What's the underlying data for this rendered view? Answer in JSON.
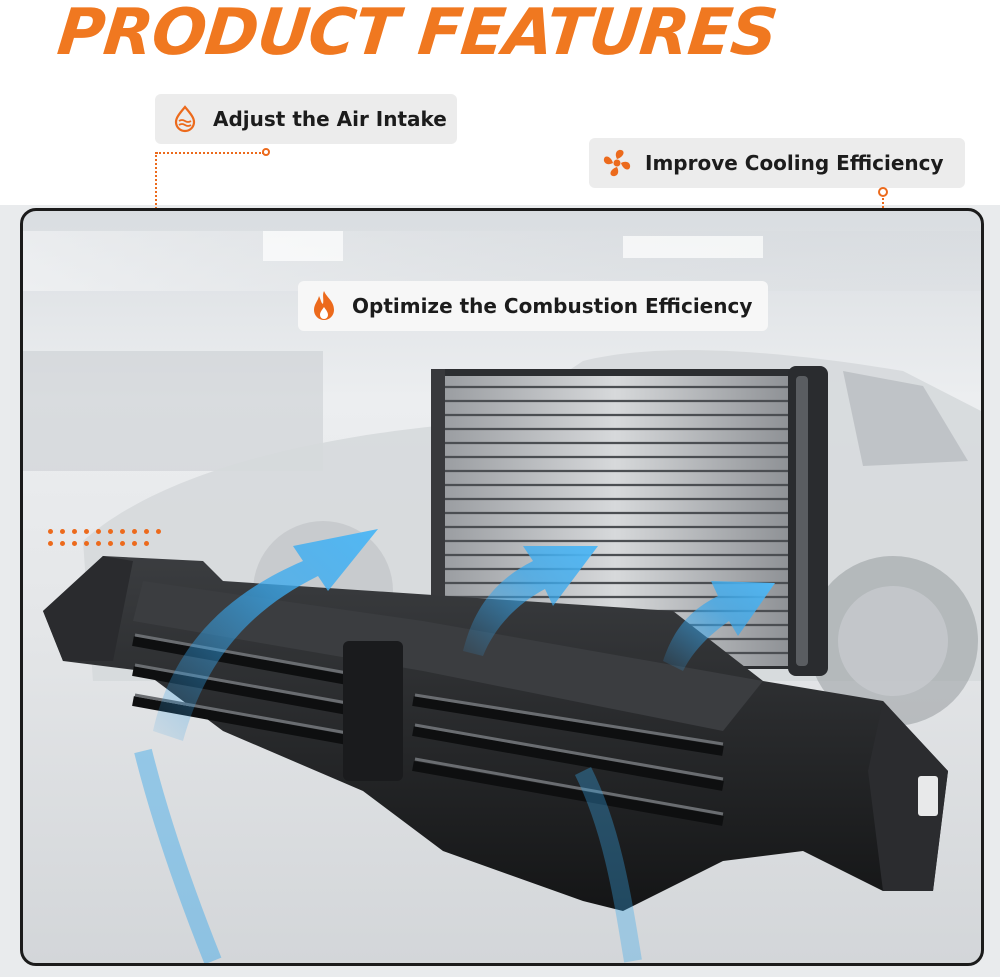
{
  "title": "PRODUCT FEATURES",
  "features": [
    {
      "label": "Adjust the Air Intake",
      "icon": "air-intake-icon"
    },
    {
      "label": "Improve Cooling  Efficiency",
      "icon": "fan-icon"
    },
    {
      "label": "Optimize the Combustion Efficiency",
      "icon": "flame-icon"
    }
  ],
  "colors": {
    "accent": "#f07820",
    "frame_border": "#1b1b1b",
    "badge_bg": "#ececec",
    "arrow_blue": "#3aa8ec"
  }
}
